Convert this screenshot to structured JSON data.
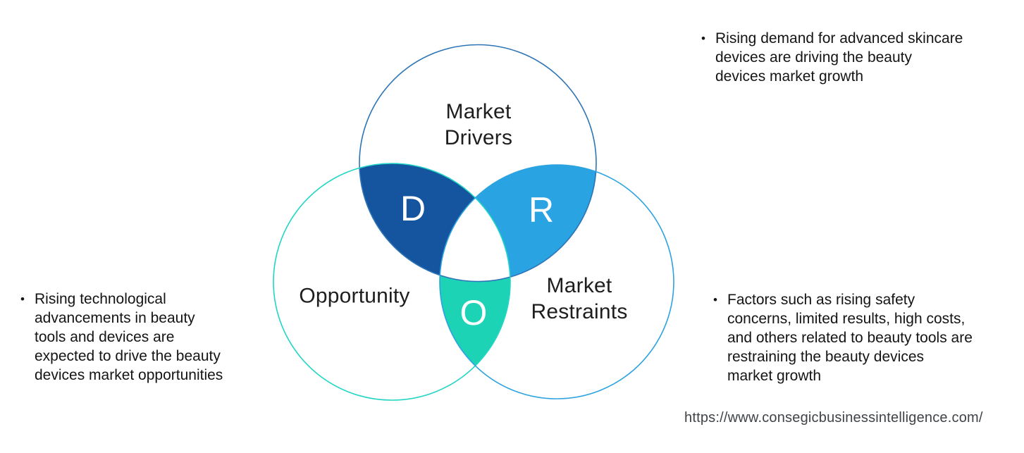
{
  "page": {
    "background": "#ffffff"
  },
  "diagram": {
    "type": "venn-dro",
    "circles": [
      {
        "name": "drivers",
        "label": "Market\nDrivers",
        "stroke": "#2e75b6"
      },
      {
        "name": "opportunity",
        "label": "Opportunity",
        "stroke": "#22d5c5"
      },
      {
        "name": "restraints",
        "label": "Market\nRestraints",
        "stroke": "#2da3e0"
      }
    ],
    "regions": {
      "d": {
        "letter": "D",
        "fill": "#15549e"
      },
      "r": {
        "letter": "R",
        "fill": "#29a3e2"
      },
      "o": {
        "letter": "O",
        "fill": "#1dd3b5"
      },
      "center_fill": "#ffffff"
    }
  },
  "bullets": {
    "marker": "•",
    "drivers": "Rising demand for advanced skincare\ndevices are driving the beauty\ndevices market growth",
    "opportunity": "Rising technological\nadvancements in beauty\ntools and devices are\nexpected to drive the beauty\ndevices market opportunities",
    "restraints": "Factors such as rising safety\nconcerns, limited results, high costs,\nand others related to beauty tools are\nrestraining the beauty devices\nmarket growth"
  },
  "footer": {
    "url": "https://www.consegicbusinessintelligence.com/"
  }
}
